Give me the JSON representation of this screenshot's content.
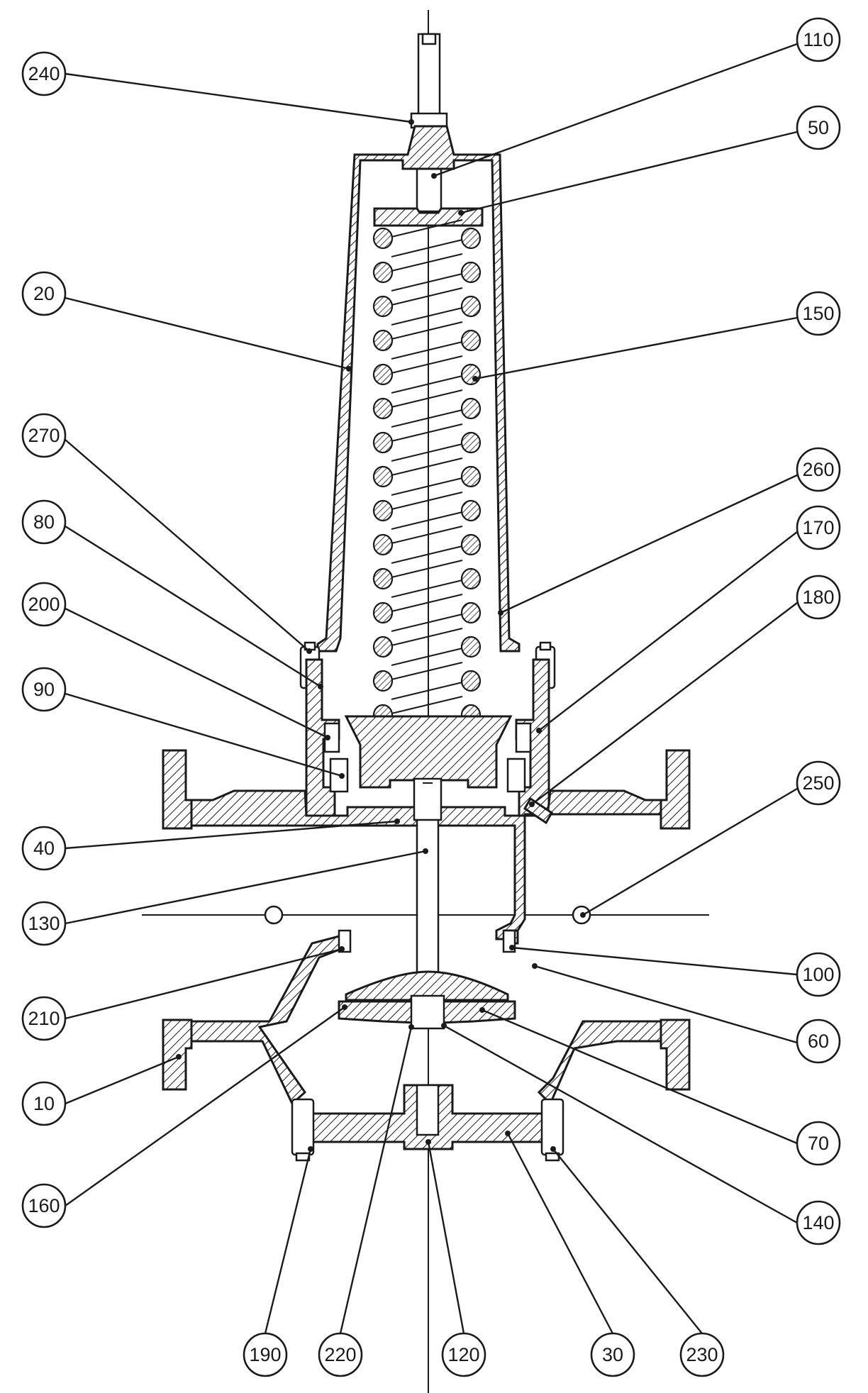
{
  "callouts": [
    {
      "id": "c240",
      "label": "240"
    },
    {
      "id": "c110",
      "label": "110"
    },
    {
      "id": "c50",
      "label": "50"
    },
    {
      "id": "c20",
      "label": "20"
    },
    {
      "id": "c150a",
      "label": "150"
    },
    {
      "id": "c270",
      "label": "270"
    },
    {
      "id": "c260",
      "label": "260"
    },
    {
      "id": "c80",
      "label": "80"
    },
    {
      "id": "c170",
      "label": "170"
    },
    {
      "id": "c200",
      "label": "200"
    },
    {
      "id": "c180",
      "label": "180"
    },
    {
      "id": "c90",
      "label": "90"
    },
    {
      "id": "c250",
      "label": "250"
    },
    {
      "id": "c40",
      "label": "40"
    },
    {
      "id": "c130",
      "label": "130"
    },
    {
      "id": "c100",
      "label": "100"
    },
    {
      "id": "c210",
      "label": "210"
    },
    {
      "id": "c60",
      "label": "60"
    },
    {
      "id": "c10",
      "label": "10"
    },
    {
      "id": "c70",
      "label": "70"
    },
    {
      "id": "c160",
      "label": "160"
    },
    {
      "id": "c140",
      "label": "140"
    },
    {
      "id": "c190",
      "label": "190"
    },
    {
      "id": "c220",
      "label": "220"
    },
    {
      "id": "c120",
      "label": "120"
    },
    {
      "id": "c30",
      "label": "30"
    },
    {
      "id": "c230",
      "label": "230"
    }
  ]
}
